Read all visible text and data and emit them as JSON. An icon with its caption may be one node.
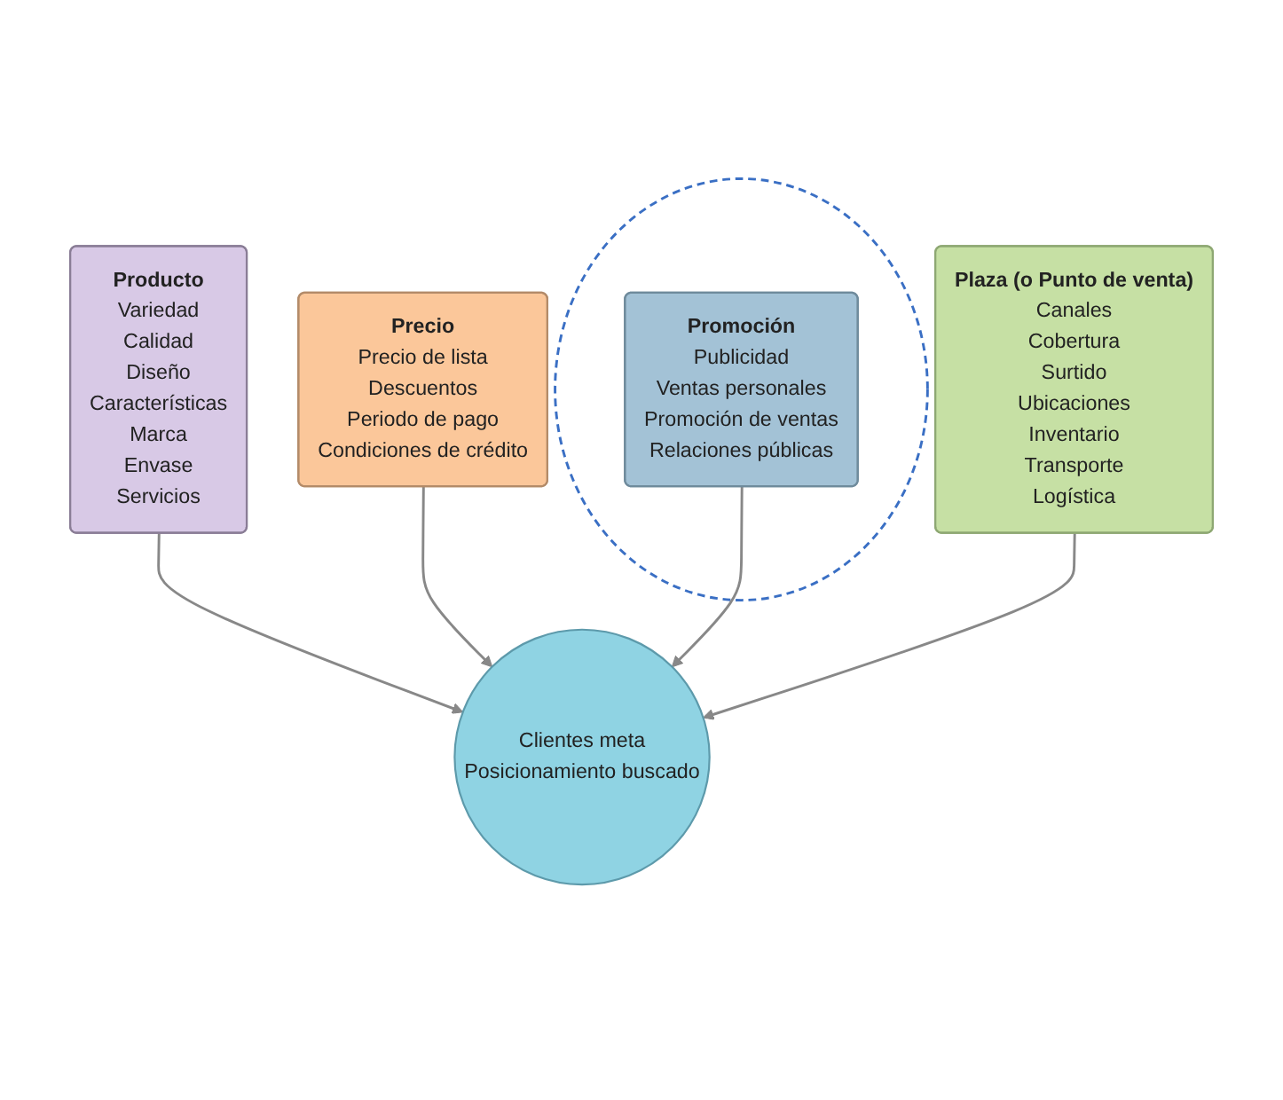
{
  "diagram": {
    "nodes": [
      {
        "text": [
          "Producto",
          "Variedad",
          "Calidad",
          "Diseño",
          "Características",
          "Marca",
          "Envase",
          "Servicios"
        ]
      },
      {
        "text": [
          "Precio",
          "Precio de lista",
          "Descuentos",
          "Periodo de pago",
          "Condiciones de crédito"
        ]
      },
      {
        "text": [
          "Clientes meta",
          "Posicionamiento buscado"
        ]
      },
      {
        "text": [],
        "shape": "circle"
      },
      {
        "text": [
          "Promoción",
          "Publicidad",
          "Ventas personales",
          "Promoción de ventas",
          "Relaciones públicas"
        ],
        "in": 3
      },
      {
        "text": [
          "Plaza (o Punto de venta)",
          "Canales",
          "Cobertura",
          "Surtido",
          "Ubicaciones",
          "Inventario",
          "Transporte",
          "Logística"
        ]
      }
    ],
    "edges": [
      {
        "from": 0,
        "to": 2,
        "arrow": "to"
      },
      {
        "from": 1,
        "to": 2,
        "arrow": "to"
      },
      {
        "from": 4,
        "to": 2,
        "arrow": "to"
      },
      {
        "from": 5,
        "to": 2,
        "arrow": "to"
      }
    ]
  }
}
